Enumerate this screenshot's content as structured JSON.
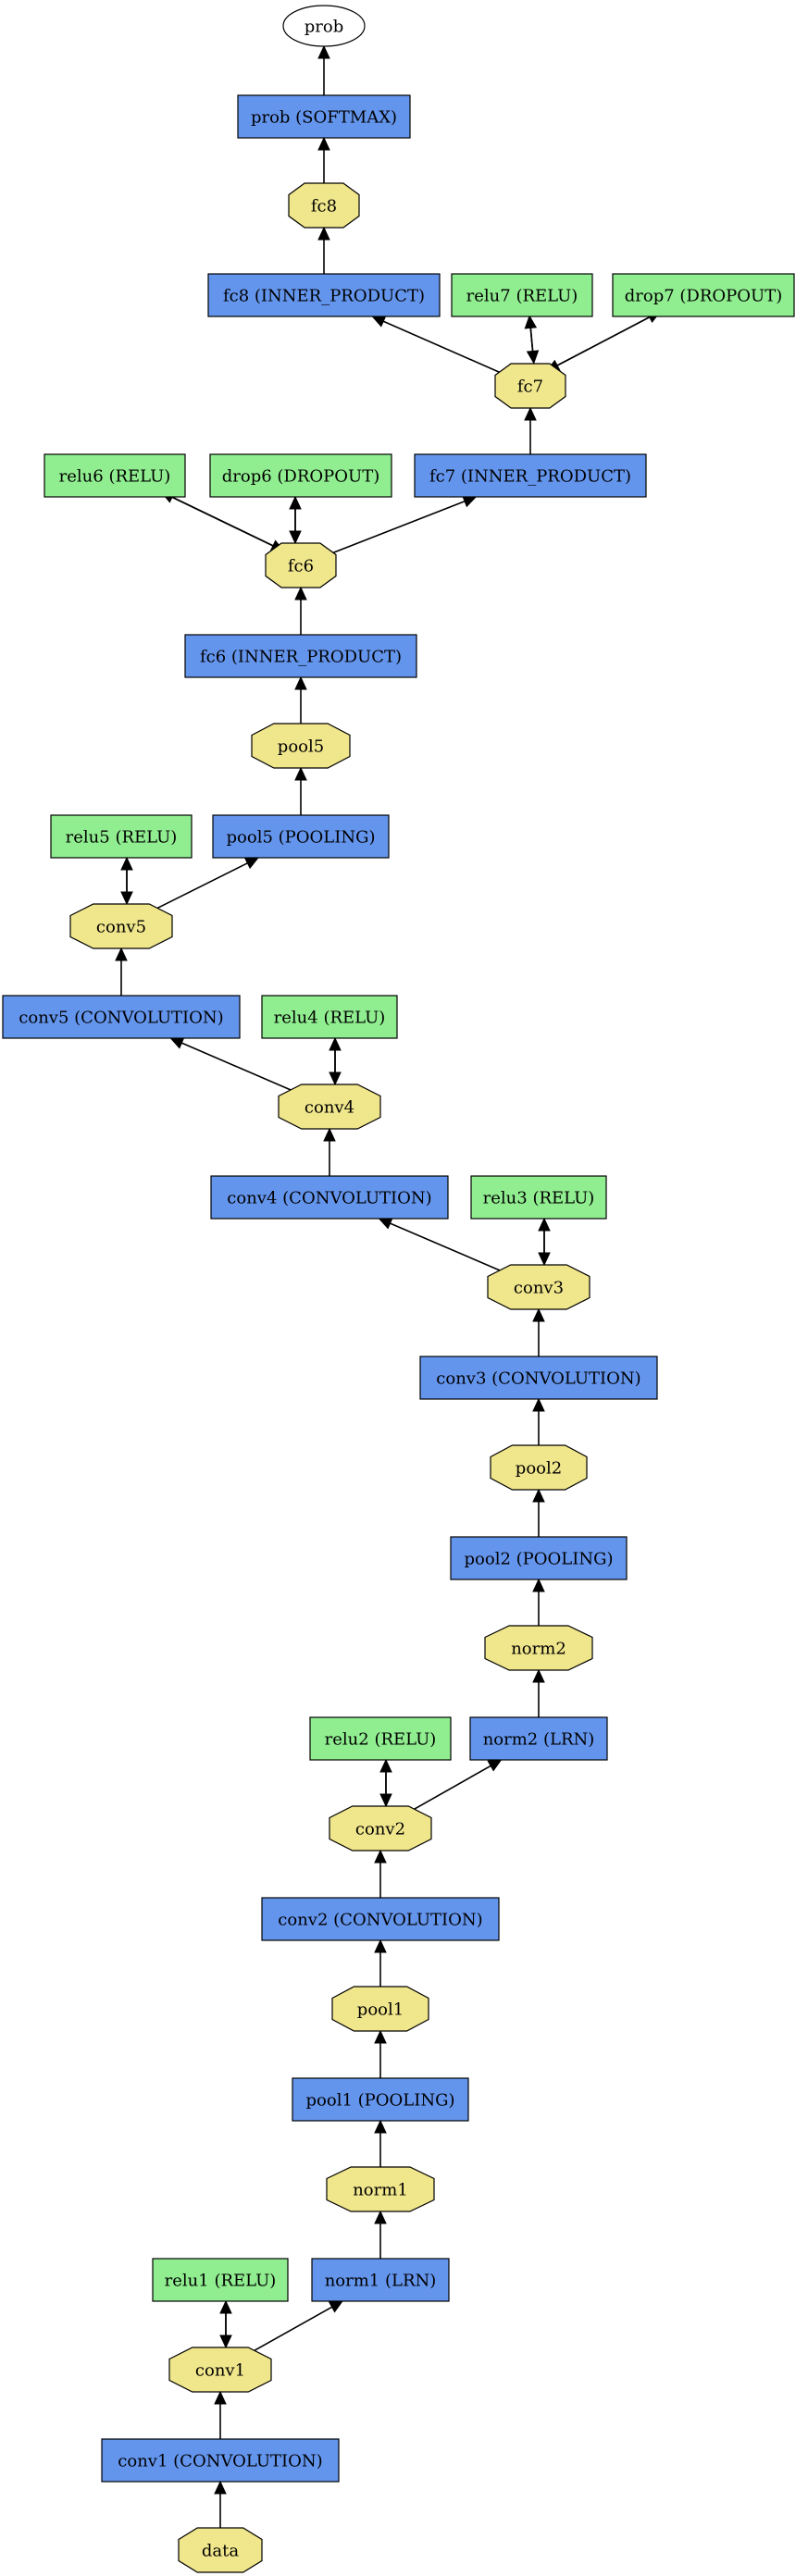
{
  "colors": {
    "layer": "#6495ed",
    "relu": "#90ee90",
    "blob": "#f0e68c",
    "input": "#ffffff",
    "stroke": "#000000"
  },
  "nodes": [
    {
      "id": "prob",
      "label": "prob",
      "kind": "ellipse"
    },
    {
      "id": "prob_layer",
      "label": "prob (SOFTMAX)",
      "kind": "layer"
    },
    {
      "id": "fc8",
      "label": "fc8",
      "kind": "blob"
    },
    {
      "id": "fc8_layer",
      "label": "fc8 (INNER_PRODUCT)",
      "kind": "layer"
    },
    {
      "id": "relu7",
      "label": "relu7 (RELU)",
      "kind": "relu"
    },
    {
      "id": "drop7",
      "label": "drop7 (DROPOUT)",
      "kind": "relu"
    },
    {
      "id": "fc7",
      "label": "fc7",
      "kind": "blob"
    },
    {
      "id": "relu6",
      "label": "relu6 (RELU)",
      "kind": "relu"
    },
    {
      "id": "drop6",
      "label": "drop6 (DROPOUT)",
      "kind": "relu"
    },
    {
      "id": "fc7_layer",
      "label": "fc7 (INNER_PRODUCT)",
      "kind": "layer"
    },
    {
      "id": "fc6",
      "label": "fc6",
      "kind": "blob"
    },
    {
      "id": "fc6_layer",
      "label": "fc6 (INNER_PRODUCT)",
      "kind": "layer"
    },
    {
      "id": "pool5",
      "label": "pool5",
      "kind": "blob"
    },
    {
      "id": "relu5",
      "label": "relu5 (RELU)",
      "kind": "relu"
    },
    {
      "id": "pool5_layer",
      "label": "pool5 (POOLING)",
      "kind": "layer"
    },
    {
      "id": "conv5",
      "label": "conv5",
      "kind": "blob"
    },
    {
      "id": "conv5_layer",
      "label": "conv5 (CONVOLUTION)",
      "kind": "layer"
    },
    {
      "id": "relu4",
      "label": "relu4 (RELU)",
      "kind": "relu"
    },
    {
      "id": "conv4",
      "label": "conv4",
      "kind": "blob"
    },
    {
      "id": "conv4_layer",
      "label": "conv4 (CONVOLUTION)",
      "kind": "layer"
    },
    {
      "id": "relu3",
      "label": "relu3 (RELU)",
      "kind": "relu"
    },
    {
      "id": "conv3",
      "label": "conv3",
      "kind": "blob"
    },
    {
      "id": "conv3_layer",
      "label": "conv3 (CONVOLUTION)",
      "kind": "layer"
    },
    {
      "id": "pool2",
      "label": "pool2",
      "kind": "blob"
    },
    {
      "id": "pool2_layer",
      "label": "pool2 (POOLING)",
      "kind": "layer"
    },
    {
      "id": "norm2",
      "label": "norm2",
      "kind": "blob"
    },
    {
      "id": "relu2",
      "label": "relu2 (RELU)",
      "kind": "relu"
    },
    {
      "id": "norm2_layer",
      "label": "norm2 (LRN)",
      "kind": "layer"
    },
    {
      "id": "conv2",
      "label": "conv2",
      "kind": "blob"
    },
    {
      "id": "conv2_layer",
      "label": "conv2 (CONVOLUTION)",
      "kind": "layer"
    },
    {
      "id": "pool1",
      "label": "pool1",
      "kind": "blob"
    },
    {
      "id": "pool1_layer",
      "label": "pool1 (POOLING)",
      "kind": "layer"
    },
    {
      "id": "norm1",
      "label": "norm1",
      "kind": "blob"
    },
    {
      "id": "relu1",
      "label": "relu1 (RELU)",
      "kind": "relu"
    },
    {
      "id": "norm1_layer",
      "label": "norm1 (LRN)",
      "kind": "layer"
    },
    {
      "id": "conv1",
      "label": "conv1",
      "kind": "blob"
    },
    {
      "id": "conv1_layer",
      "label": "conv1 (CONVOLUTION)",
      "kind": "layer"
    },
    {
      "id": "data",
      "label": "data",
      "kind": "blob"
    }
  ],
  "edges": [
    [
      "data",
      "conv1_layer"
    ],
    [
      "conv1_layer",
      "conv1"
    ],
    [
      "conv1",
      "relu1"
    ],
    [
      "relu1",
      "conv1"
    ],
    [
      "conv1",
      "norm1_layer"
    ],
    [
      "norm1_layer",
      "norm1"
    ],
    [
      "norm1",
      "pool1_layer"
    ],
    [
      "pool1_layer",
      "pool1"
    ],
    [
      "pool1",
      "conv2_layer"
    ],
    [
      "conv2_layer",
      "conv2"
    ],
    [
      "conv2",
      "relu2"
    ],
    [
      "relu2",
      "conv2"
    ],
    [
      "conv2",
      "norm2_layer"
    ],
    [
      "norm2_layer",
      "norm2"
    ],
    [
      "norm2",
      "pool2_layer"
    ],
    [
      "pool2_layer",
      "pool2"
    ],
    [
      "pool2",
      "conv3_layer"
    ],
    [
      "conv3_layer",
      "conv3"
    ],
    [
      "conv3",
      "relu3"
    ],
    [
      "relu3",
      "conv3"
    ],
    [
      "conv3",
      "conv4_layer"
    ],
    [
      "conv4_layer",
      "conv4"
    ],
    [
      "conv4",
      "relu4"
    ],
    [
      "relu4",
      "conv4"
    ],
    [
      "conv4",
      "conv5_layer"
    ],
    [
      "conv5_layer",
      "conv5"
    ],
    [
      "conv5",
      "relu5"
    ],
    [
      "relu5",
      "conv5"
    ],
    [
      "conv5",
      "pool5_layer"
    ],
    [
      "pool5_layer",
      "pool5"
    ],
    [
      "pool5",
      "fc6_layer"
    ],
    [
      "fc6_layer",
      "fc6"
    ],
    [
      "fc6",
      "relu6"
    ],
    [
      "relu6",
      "fc6"
    ],
    [
      "fc6",
      "drop6"
    ],
    [
      "drop6",
      "fc6"
    ],
    [
      "fc6",
      "fc7_layer"
    ],
    [
      "fc7_layer",
      "fc7"
    ],
    [
      "fc7",
      "relu7"
    ],
    [
      "relu7",
      "fc7"
    ],
    [
      "fc7",
      "drop7"
    ],
    [
      "drop7",
      "fc7"
    ],
    [
      "fc7",
      "fc8_layer"
    ],
    [
      "fc8_layer",
      "fc8"
    ],
    [
      "fc8",
      "prob_layer"
    ],
    [
      "prob_layer",
      "prob"
    ]
  ]
}
